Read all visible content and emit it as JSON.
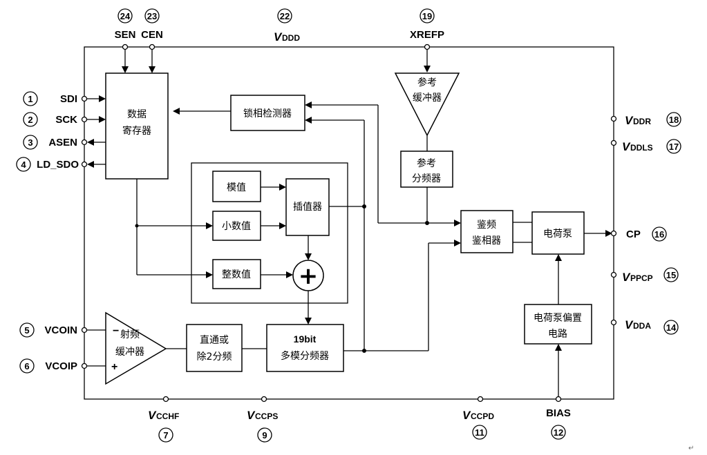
{
  "pins_top": {
    "sen": {
      "num": "24",
      "label": "SEN"
    },
    "cen": {
      "num": "23",
      "label": "CEN"
    },
    "vddd": {
      "num": "22",
      "label_main": "V",
      "label_sub": "DDD"
    },
    "xrefp": {
      "num": "19",
      "label": "XREFP"
    }
  },
  "pins_left": {
    "sdi": {
      "num": "1",
      "label": "SDI"
    },
    "sck": {
      "num": "2",
      "label": "SCK"
    },
    "asen": {
      "num": "3",
      "label": "ASEN"
    },
    "ld_sdo": {
      "num": "4",
      "label": "LD_SDO"
    },
    "vcoin": {
      "num": "5",
      "label": "VCOIN"
    },
    "vcoip": {
      "num": "6",
      "label": "VCOIP"
    }
  },
  "pins_right": {
    "vddr": {
      "num": "18",
      "label_main": "V",
      "label_sub": "DDR"
    },
    "vddls": {
      "num": "17",
      "label_main": "V",
      "label_sub": "DDLS"
    },
    "cp": {
      "num": "16",
      "label": "CP"
    },
    "vppcp": {
      "num": "15",
      "label_main": "V",
      "label_sub": "PPCP"
    },
    "vdda": {
      "num": "14",
      "label_main": "V",
      "label_sub": "DDA"
    }
  },
  "pins_bottom": {
    "vcchf": {
      "num": "7",
      "label_main": "V",
      "label_sub": "CCHF"
    },
    "vccps": {
      "num": "9",
      "label_main": "V",
      "label_sub": "CCPS"
    },
    "vccpd": {
      "num": "11",
      "label_main": "V",
      "label_sub": "CCPD"
    },
    "bias": {
      "num": "12",
      "label": "BIAS"
    }
  },
  "blocks": {
    "data_register": {
      "line1": "数据",
      "line2": "寄存器"
    },
    "lock_detector": {
      "label": "锁相检测器"
    },
    "modulus": {
      "label": "模值"
    },
    "fraction": {
      "label": "小数值"
    },
    "integer": {
      "label": "整数值"
    },
    "interpolator": {
      "label": "插值器"
    },
    "ref_buffer": {
      "line1": "参考",
      "line2": "缓冲器"
    },
    "ref_divider": {
      "line1": "参考",
      "line2": "分频器"
    },
    "pfd": {
      "line1": "鉴频",
      "line2": "鉴相器"
    },
    "charge_pump": {
      "label": "电荷泵"
    },
    "cp_bias": {
      "line1": "电荷泵偏置",
      "line2": "电路"
    },
    "rf_buffer": {
      "line1": "射频",
      "line2": "缓冲器",
      "minus": "−",
      "plus": "+"
    },
    "bypass_div2": {
      "line1": "直通或",
      "line2": "除2分频"
    },
    "mmd": {
      "line1": "19bit",
      "line2": "多模分频器"
    },
    "summer": {
      "symbol": "+"
    }
  },
  "footer_mark": "↵"
}
